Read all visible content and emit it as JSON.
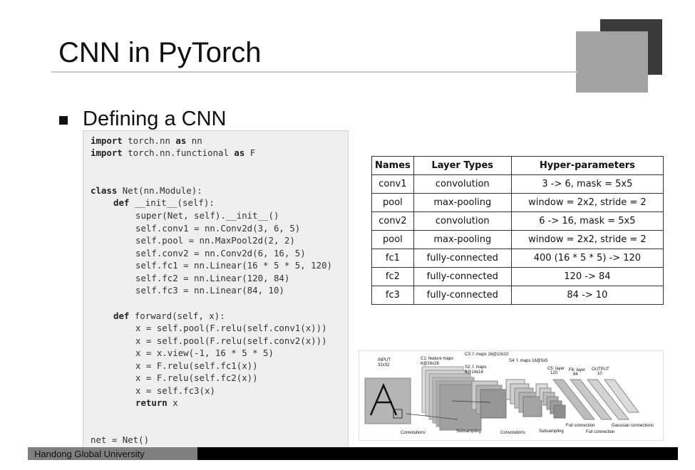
{
  "slide": {
    "title": "CNN in PyTorch",
    "bullet": "Defining a CNN",
    "footer": "Handong Global University"
  },
  "code": {
    "l1_kw": "import",
    "l1_a": " torch.nn ",
    "l1_kw2": "as",
    "l1_b": " nn",
    "l2_kw": "import",
    "l2_a": " torch.nn.functional ",
    "l2_kw2": "as",
    "l2_b": " F",
    "l3_kw": "class",
    "l3_a": " Net(nn.Module):",
    "l4_kw": "def",
    "l4_a": " __init__(self):",
    "l5": "super(Net, self).__init__()",
    "l6": "self.conv1 = nn.Conv2d(3, 6, 5)",
    "l7": "self.pool = nn.MaxPool2d(2, 2)",
    "l8": "self.conv2 = nn.Conv2d(6, 16, 5)",
    "l9": "self.fc1 = nn.Linear(16 * 5 * 5, 120)",
    "l10": "self.fc2 = nn.Linear(120, 84)",
    "l11": "self.fc3 = nn.Linear(84, 10)",
    "l12_kw": "def",
    "l12_a": " forward(self, x):",
    "l13": "x = self.pool(F.relu(self.conv1(x)))",
    "l14": "x = self.pool(F.relu(self.conv2(x)))",
    "l15": "x = x.view(-1, 16 * 5 * 5)",
    "l16": "x = F.relu(self.fc1(x))",
    "l17": "x = F.relu(self.fc2(x))",
    "l18": "x = self.fc3(x)",
    "l19_kw": "return",
    "l19_a": " x",
    "l20": "net = Net()"
  },
  "table": {
    "headers": [
      "Names",
      "Layer Types",
      "Hyper-parameters"
    ],
    "rows": [
      [
        "conv1",
        "convolution",
        "3 -> 6, mask = 5x5"
      ],
      [
        "pool",
        "max-pooling",
        "window = 2x2, stride = 2"
      ],
      [
        "conv2",
        "convolution",
        "6 -> 16, mask = 5x5"
      ],
      [
        "pool",
        "max-pooling",
        "window = 2x2, stride = 2"
      ],
      [
        "fc1",
        "fully-connected",
        "400 (16 * 5 * 5) -> 120"
      ],
      [
        "fc2",
        "fully-connected",
        "120 -> 84"
      ],
      [
        "fc3",
        "fully-connected",
        "84 -> 10"
      ]
    ]
  },
  "lenet": {
    "input": "INPUT",
    "input_size": "32x32",
    "c1": "C1: feature maps",
    "c1_size": "6@28x28",
    "s2": "S2: f. maps",
    "s2_size": "6@14x14",
    "c3": "C3: f. maps 16@10x10",
    "s4": "S4: f. maps 16@5x5",
    "c5": "C5: layer",
    "c5_size": "120",
    "f6": "F6: layer",
    "f6_size": "84",
    "out": "OUTPUT",
    "out_size": "10",
    "conv1": "Convolutions",
    "sub1": "Subsampling",
    "conv2": "Convolutions",
    "sub2": "Subsampling",
    "fullconn1": "Full connection",
    "fullconn2": "Full connection",
    "gauss": "Gaussian connections"
  },
  "colors": {
    "deco_dark": "#3a3a3a",
    "deco_gray": "#a3a3a3",
    "code_bg": "#efefef"
  }
}
